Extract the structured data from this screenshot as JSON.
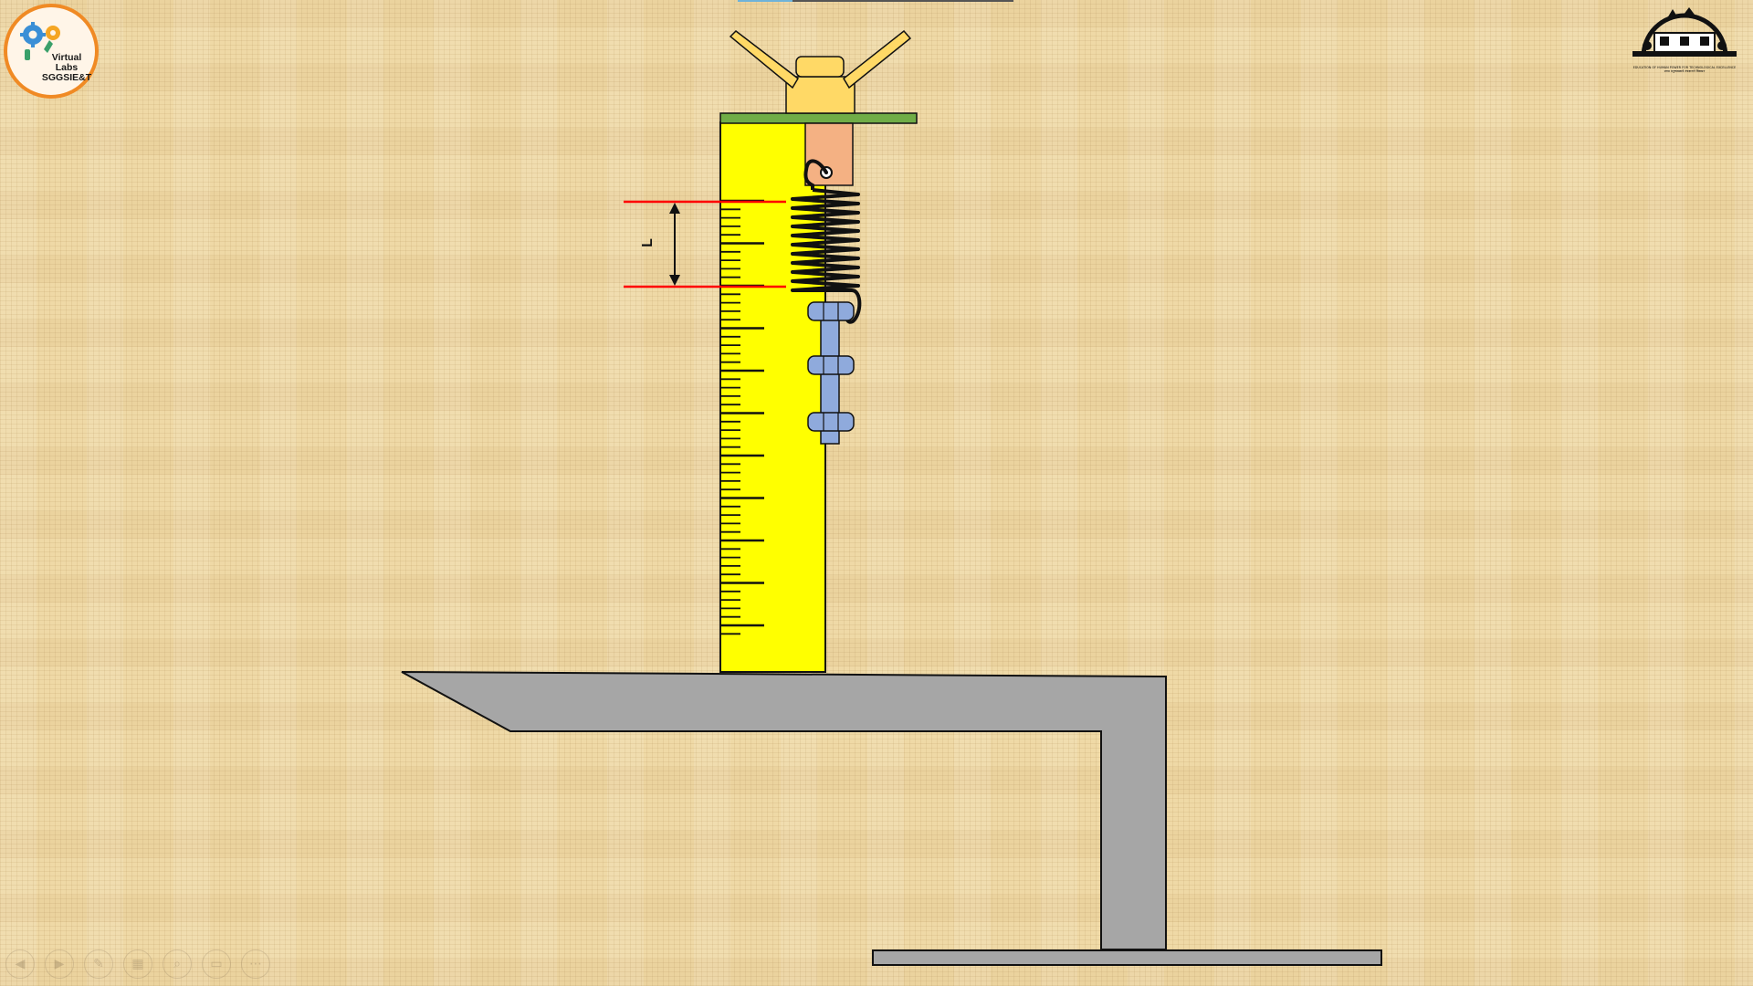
{
  "app": {
    "logo_left": {
      "line1": "Virtual",
      "line2": "Labs",
      "line3": "SGGSIE&T"
    },
    "logo_right": {
      "motto_line1": "EDUCATION OF HUMAN POWER FOR TECHNOLOGICAL EXCELLENCE",
      "motto_line2": "उत्तम मनुष्यबळाचे तंत्रज्ञानाने विकसन"
    }
  },
  "diagram": {
    "length_label": "L",
    "ruler_major_ticks": 11,
    "colors": {
      "ruler": "#ffff00",
      "base": "#a6a6a6",
      "top_plate": "#70ad47",
      "clamp": "#ffd966",
      "holder": "#f4b183",
      "bolt": "#8faadc",
      "spring": "#111111",
      "marker": "#ff0000"
    }
  },
  "navigation": {
    "buttons": [
      {
        "name": "nav-prev-button",
        "icon": "arrow-left-icon",
        "glyph": "◀"
      },
      {
        "name": "nav-next-button",
        "icon": "arrow-right-icon",
        "glyph": "▶"
      },
      {
        "name": "nav-pen-button",
        "icon": "pen-icon",
        "glyph": "✎"
      },
      {
        "name": "nav-slides-button",
        "icon": "slides-icon",
        "glyph": "▦"
      },
      {
        "name": "nav-zoom-button",
        "icon": "zoom-icon",
        "glyph": "⌕"
      },
      {
        "name": "nav-subtitle-button",
        "icon": "subtitle-icon",
        "glyph": "▭"
      },
      {
        "name": "nav-more-button",
        "icon": "more-icon",
        "glyph": "⋯"
      }
    ]
  }
}
